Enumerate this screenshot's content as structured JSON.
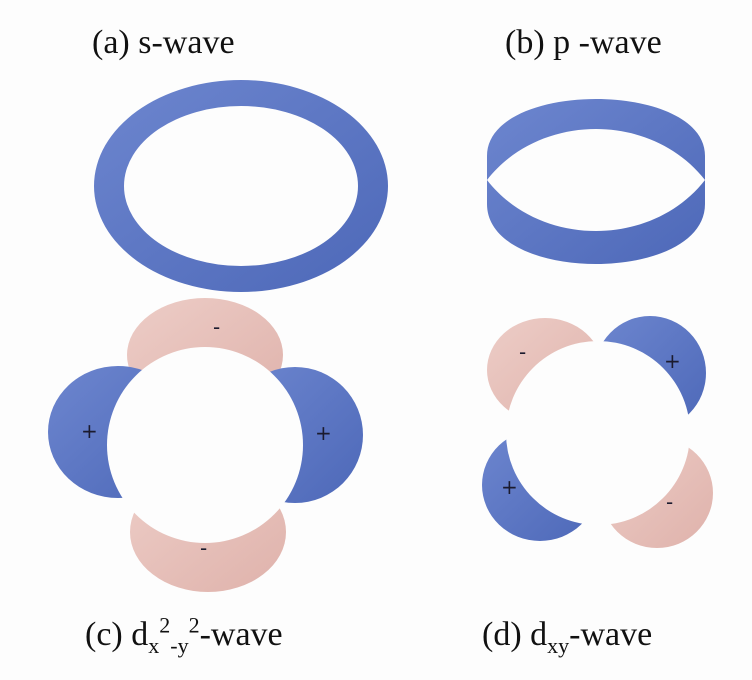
{
  "captions": {
    "a": {
      "prefix": "(a)",
      "text": "s-wave"
    },
    "b": {
      "prefix": "(b)",
      "text": "p -wave"
    },
    "c": {
      "prefix": "(c)",
      "main": "d",
      "sub1": "x",
      "sup1": "2",
      "sub2": "-y",
      "sup2": "2",
      "suffix": "-wave"
    },
    "d": {
      "prefix": "(d)",
      "main": "d",
      "sub": "xy",
      "suffix": "-wave"
    }
  },
  "signs": {
    "c_left": "+",
    "c_right": "+",
    "c_top": "-",
    "c_bottom": "-",
    "d_topleft": "-",
    "d_topright": "+",
    "d_bottomleft": "+",
    "d_bottomright": "-"
  },
  "colors": {
    "positive_lobe": "#5a76c4",
    "negative_lobe": "#e8c3bd",
    "background": "#fdfdfd"
  }
}
